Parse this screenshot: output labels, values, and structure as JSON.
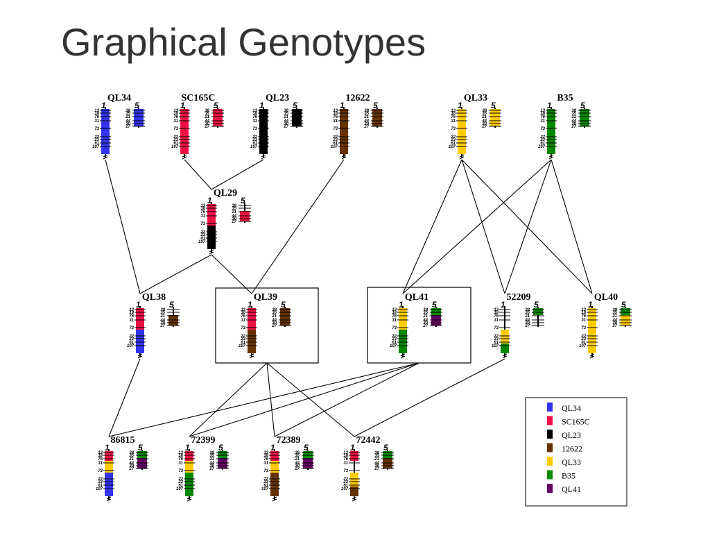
{
  "title": "Graphical Genotypes",
  "markers": {
    "chr1": [
      "13",
      "18",
      "76",
      "31",
      "73",
      "22",
      "23",
      "61",
      "107"
    ],
    "chr5": [
      "38",
      "35",
      "21",
      "44",
      "30",
      "27"
    ]
  },
  "chromosome_labels": {
    "chr1": "1",
    "chr5": "5"
  },
  "colors": {
    "QL34": "#3333ee",
    "SC165C": "#ee1144",
    "QL23": "#000000",
    "12622": "#663300",
    "QL33": "#ffcc00",
    "B35": "#008800",
    "QL41": "#660066"
  },
  "genotypes": [
    {
      "id": "QL34",
      "label": "QL34",
      "chr1": [
        "QL34",
        "QL34",
        "QL34",
        "QL34"
      ],
      "chr5": [
        "QL34",
        "QL34"
      ]
    },
    {
      "id": "SC165C",
      "label": "SC165C",
      "chr1": [
        "SC165C",
        "SC165C",
        "SC165C",
        "SC165C"
      ],
      "chr5": [
        "SC165C",
        "SC165C"
      ]
    },
    {
      "id": "QL23",
      "label": "QL23",
      "chr1": [
        "QL23",
        "QL23",
        "QL23",
        "QL23"
      ],
      "chr5": [
        "QL23",
        "QL23"
      ]
    },
    {
      "id": "12622",
      "label": "12622",
      "chr1": [
        "12622",
        "12622",
        "12622",
        "12622"
      ],
      "chr5": [
        "12622",
        "12622"
      ]
    },
    {
      "id": "QL33",
      "label": "QL33",
      "chr1": [
        "QL33",
        "QL33",
        "QL33",
        "QL33"
      ],
      "chr5": [
        "QL33",
        "QL33"
      ]
    },
    {
      "id": "B35",
      "label": "B35",
      "chr1": [
        "B35",
        "B35",
        "B35",
        "B35"
      ],
      "chr5": [
        "B35",
        "B35"
      ]
    },
    {
      "id": "QL29",
      "label": "QL29",
      "chr1": [
        "SC165C",
        "SC165C",
        "QL23",
        "QL23"
      ],
      "chr5": [
        "none",
        "SC165C"
      ]
    },
    {
      "id": "QL38",
      "label": "QL38",
      "chr1": [
        "SC165C",
        "SC165C",
        "QL34",
        "QL34"
      ],
      "chr5": [
        "none",
        "12622"
      ]
    },
    {
      "id": "QL39",
      "label": "QL39",
      "chr1": [
        "SC165C",
        "SC165C",
        "12622",
        "12622"
      ],
      "chr5": [
        "12622",
        "12622"
      ],
      "boxed": true
    },
    {
      "id": "QL41",
      "label": "QL41",
      "chr1": [
        "QL33",
        "QL33",
        "B35",
        "B35"
      ],
      "chr5": [
        "B35",
        "QL41"
      ],
      "boxed": true
    },
    {
      "id": "52209",
      "label": "52209",
      "chr1": [
        "none",
        "none",
        "QL33",
        "B35"
      ],
      "chr5": [
        "B35",
        "none"
      ]
    },
    {
      "id": "QL40",
      "label": "QL40",
      "chr1": [
        "QL33",
        "QL33",
        "QL33",
        "QL33"
      ],
      "chr5": [
        "B35",
        "QL33"
      ]
    },
    {
      "id": "86815",
      "label": "86815",
      "chr1": [
        "SC165C",
        "QL33",
        "QL34",
        "QL34"
      ],
      "chr5": [
        "B35",
        "QL41"
      ]
    },
    {
      "id": "72399",
      "label": "72399",
      "chr1": [
        "SC165C",
        "QL33",
        "B35",
        "B35"
      ],
      "chr5": [
        "B35",
        "QL41"
      ]
    },
    {
      "id": "72389",
      "label": "72389",
      "chr1": [
        "SC165C",
        "QL33",
        "12622",
        "12622"
      ],
      "chr5": [
        "B35",
        "QL41"
      ]
    },
    {
      "id": "72442",
      "label": "72442",
      "chr1": [
        "SC165C",
        "none",
        "QL33",
        "12622"
      ],
      "chr5": [
        "B35",
        "12622"
      ]
    }
  ],
  "crosses": [
    [
      "SC165C",
      "QL23",
      "QL29"
    ],
    [
      "QL34",
      "QL29",
      "QL38"
    ],
    [
      "QL29",
      "12622",
      "QL39"
    ],
    [
      "QL33",
      "B35",
      "QL41"
    ],
    [
      "QL33",
      "B35",
      "52209"
    ],
    [
      "QL33",
      "B35",
      "QL40"
    ],
    [
      "QL38",
      "QL41",
      "86815"
    ],
    [
      "QL39",
      "QL41",
      "72399"
    ],
    [
      "QL39",
      "QL41",
      "72389"
    ],
    [
      "QL39",
      "52209",
      "72442"
    ]
  ],
  "legend": [
    {
      "label": "QL34",
      "color": "#3333ee"
    },
    {
      "label": "SC165C",
      "color": "#ee1144"
    },
    {
      "label": "QL23",
      "color": "#000000"
    },
    {
      "label": "12622",
      "color": "#663300"
    },
    {
      "label": "QL33",
      "color": "#ffcc00"
    },
    {
      "label": "B35",
      "color": "#008800"
    },
    {
      "label": "QL41",
      "color": "#660066"
    }
  ]
}
